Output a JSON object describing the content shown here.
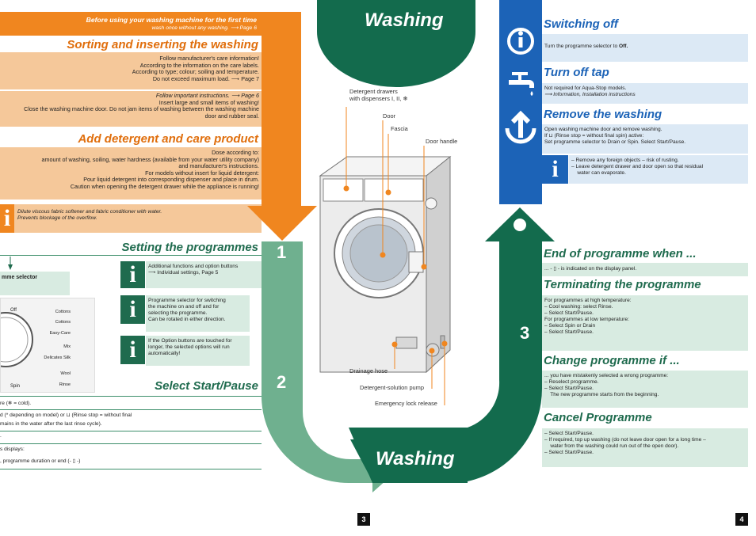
{
  "left": {
    "header": {
      "title": "Before using your washing machine for the first time",
      "sub": "wash once without any washing.",
      "sub_ref": "⟶ Page 6"
    },
    "sorting": {
      "title": "Sorting and inserting the washing",
      "lines": [
        "Follow manufacturer's care information!",
        "According to the information on the care labels.",
        "According to type; colour; soiling and temperature.",
        "Do not exceed maximum load. ⟶ Page 7"
      ],
      "lines2": [
        "Follow important instructions. ⟶ Page 6",
        "Insert large and small items of washing!",
        "Close the washing machine door. Do not jam items of washing between the washing machine",
        "door and rubber seal."
      ]
    },
    "detergent": {
      "title": "Add detergent and care product",
      "lines": [
        "Dose according to:",
        "amount of washing, soiling, water hardness (available from your water utility company)",
        "and manufacturer's instructions.",
        "For models without insert for liquid detergent:",
        "Pour liquid detergent into corresponding dispenser and place in drum.",
        "Caution when opening the detergent drawer while the appliance is running!"
      ],
      "note": [
        "Dilute viscous fabric softener and fabric conditioner with water.",
        "Prevents blockage of the overflow."
      ]
    },
    "setting": {
      "title": "Setting the programmes",
      "selector_label": "mme selector",
      "dial": {
        "off": "Off",
        "spin": "Spin",
        "programs": [
          "Cottons",
          "Cottons",
          "Easy-Care",
          "Mix",
          "Delicates Silk",
          "Wool",
          "Rinse"
        ]
      },
      "infos": [
        [
          "Additional functions and option buttons",
          "⟶ Individual settings, Page 5"
        ],
        [
          "Programme selector for switching",
          "the machine on and off and for",
          "selecting the programme.",
          "Can be rotated in either direction."
        ],
        [
          "If the Option buttons are touched for",
          "longer, the selected options will run",
          "automatically!"
        ]
      ]
    },
    "start": {
      "title": "Select Start/Pause",
      "lines": [
        "re (❄ = cold).",
        "d (* depending on model) or ⊔ (Rinse stop = without final",
        "mains in the water after the last rinse cycle).",
        ".",
        "s displays:",
        ", programme duration or end (- ▯ -)"
      ]
    },
    "page_number": "3"
  },
  "center": {
    "top_title": "Washing",
    "bottom_title": "Washing",
    "steps": [
      "1",
      "2",
      "3"
    ],
    "labels": {
      "drawers": "Detergent drawers",
      "drawers2": "with dispensers I, II, ❄",
      "door": "Door",
      "fascia": "Fascia",
      "door_handle": "Door handle",
      "drainage": "Drainage hose",
      "pump": "Detergent-solution pump",
      "emergency": "Emergency lock release"
    }
  },
  "right": {
    "switching": {
      "title": "Switching off",
      "text": "Turn the programme selector to",
      "bold": "Off."
    },
    "tap": {
      "title": "Turn off tap",
      "lines": [
        "Not required for Aqua-Stop models.",
        "⟶ Information, Installation instructions"
      ]
    },
    "remove": {
      "title": "Remove the washing",
      "lines": [
        "Open washing machine door and remove washing.",
        "If ⊔ (Rinse stop = without final spin) active:",
        "Set programme selector to Drain or Spin. Select Start/Pause."
      ],
      "notes": [
        "–  Remove any foreign objects – risk of rusting.",
        "–  Leave detergent drawer and door open so that residual",
        "    water can evaporate."
      ]
    },
    "end": {
      "title": "End of programme when ...",
      "text": "... - ▯ - is indicated on the display panel."
    },
    "terminating": {
      "title": "Terminating the programme",
      "lines": [
        "For programmes at high temperature:",
        "–  Cool washing: select Rinse.",
        "–  Select Start/Pause.",
        "For programmes at low temperature:",
        "–  Select Spin or Drain",
        "–  Select Start/Pause."
      ]
    },
    "change": {
      "title": "Change programme if ...",
      "lines": [
        "... you have mistakenly selected a wrong programme:",
        "–  Reselect programme.",
        "–  Select Start/Pause.",
        "    The new programme starts from the beginning."
      ]
    },
    "cancel": {
      "title": "Cancel Programme",
      "lines": [
        "–  Select Start/Pause.",
        "–  If required, top up washing (do not leave door open for a long time –",
        "    water from the washing could run out of the open door).",
        "–  Select Start/Pause."
      ]
    },
    "page_number": "4"
  },
  "colors": {
    "orange": "#f0861f",
    "green_dark": "#136b4d",
    "green_light": "#6fb08f",
    "blue": "#1c63b7"
  }
}
